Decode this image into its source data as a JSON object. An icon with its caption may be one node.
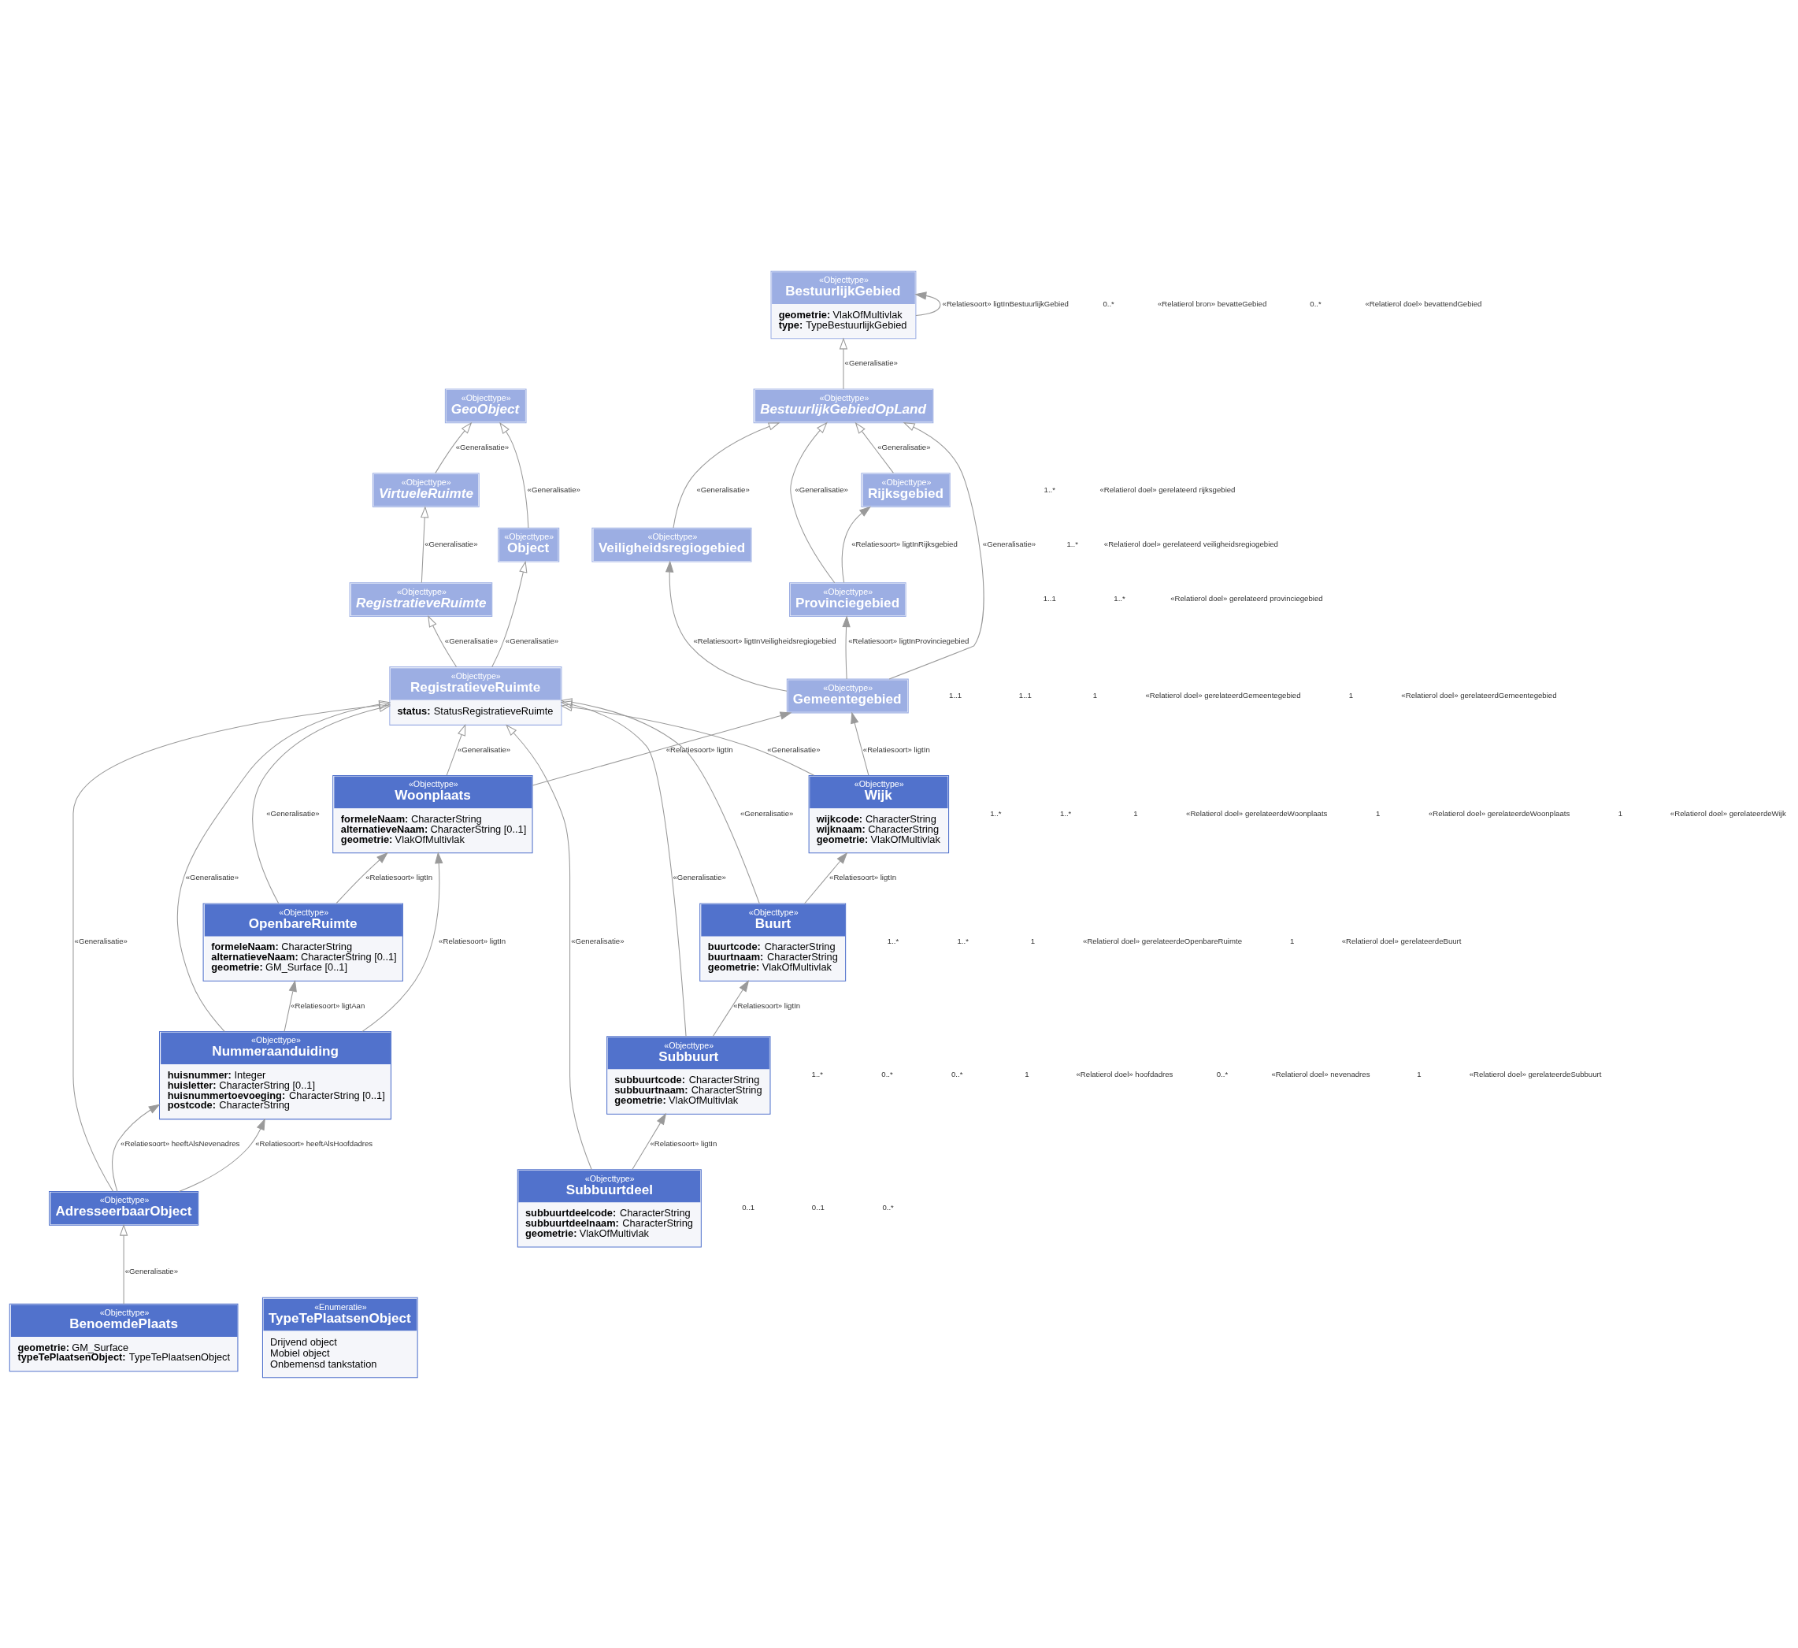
{
  "diagram": {
    "nodes": [
      {
        "text": [
          "«Objecttype»",
          "BestuurlijkGebied",
          "**geometrie:** VlakOfMultivlak",
          "**type:** TypeBestuurlijkGebied"
        ]
      },
      {
        "text": [
          "«Enumeratie»",
          "TypeTePlaatsenObject",
          "Drijvend object",
          "Mobiel object",
          "Onbemensd tankstation"
        ]
      },
      {
        "text": [
          "«Objecttype»",
          "BestuurlijkGebiedOpLand"
        ]
      },
      {
        "text": [
          "«Objecttype»",
          "GeoObject"
        ]
      },
      {
        "text": [
          "«Objecttype»",
          "Rijksgebied"
        ]
      },
      {
        "text": [
          "«Objecttype»",
          "VirtueleRuimte"
        ]
      },
      {
        "text": [
          "«Objecttype»",
          "Provinciegebied"
        ]
      },
      {
        "text": [
          "«Objecttype»",
          "Veiligheidsregiogebied"
        ]
      },
      {
        "text": [
          "«Objecttype»",
          "Object"
        ]
      },
      {
        "text": [
          "«Objecttype»",
          "RegistratieveRuimte"
        ]
      },
      {
        "text": [
          "«Objecttype»",
          "Gemeentegebied"
        ]
      },
      {
        "text": [
          "«Objecttype»",
          "RegistratieveRuimte",
          "**status:** StatusRegistratieveRuimte"
        ]
      },
      {
        "text": [
          "«Objecttype»",
          "Woonplaats",
          "**formeleNaam:** CharacterString",
          "**alternatieveNaam:** CharacterString [0..1]",
          "**geometrie:** VlakOfMultivlak"
        ]
      },
      {
        "text": [
          "«Objecttype»",
          "Wijk",
          "**wijkcode:** CharacterString",
          "**wijknaam:** CharacterString",
          "**geometrie:** VlakOfMultivlak"
        ]
      },
      {
        "text": [
          "«Objecttype»",
          "OpenbareRuimte",
          "**formeleNaam:** CharacterString",
          "**alternatieveNaam:** CharacterString [0..1]",
          "**geometrie:** GM_Surface [0..1]"
        ]
      },
      {
        "text": [
          "«Objecttype»",
          "Buurt",
          "**buurtcode:** CharacterString",
          "**buurtnaam:** CharacterString",
          "**geometrie:** VlakOfMultivlak"
        ]
      },
      {
        "text": [
          "«Objecttype»",
          "Nummeraanduiding",
          "**huisnummer:** Integer",
          "**huisletter:** CharacterString [0..1]",
          "**huisnummertoevoeging:** CharacterString [0..1]",
          "**postcode:** CharacterString"
        ]
      },
      {
        "text": [
          "«Objecttype»",
          "Subbuurt",
          "**subbuurtcode:** CharacterString",
          "**subbuurtnaam:** CharacterString",
          "**geometrie:** VlakOfMultivlak"
        ]
      },
      {
        "text": [
          "«Objecttype»",
          "AdresseerbaarObject"
        ]
      },
      {
        "text": [
          "«Objecttype»",
          "Subbuurtdeel",
          "**subbuurtdeelcode:** CharacterString",
          "**subbuurtdeelnaam:** CharacterString",
          "**geometrie:** VlakOfMultivlak"
        ]
      },
      {
        "text": [
          "«Objecttype»",
          "BenoemdePlaats",
          "**geometrie:** GM_Surface",
          "**typeTePlaatsenObject:** TypeTePlaatsenObject"
        ]
      }
    ],
    "edges": [
      {
        "from": 0,
        "to": 0,
        "arrow": "to",
        "label": "«Relatiesoort» ligtInBestuurlijkGebied"
      },
      {
        "from": 2,
        "to": 0,
        "arrow": "to",
        "label": "«Generalisatie»"
      },
      {
        "from": 4,
        "to": 2,
        "arrow": "to",
        "label": "«Generalisatie»"
      },
      {
        "from": 6,
        "to": 2,
        "arrow": "to",
        "label": "«Generalisatie»"
      },
      {
        "from": 7,
        "to": 2,
        "arrow": "to",
        "label": "«Generalisatie»"
      },
      {
        "from": 10,
        "to": 2,
        "arrow": "to",
        "label": "«Generalisatie»"
      },
      {
        "from": 6,
        "to": 4,
        "arrow": "to",
        "label": "«Relatiesoort» ligtInRijksgebied"
      },
      {
        "from": 8,
        "to": 3,
        "arrow": "to",
        "label": "«Generalisatie»"
      },
      {
        "from": 5,
        "to": 3,
        "arrow": "to",
        "label": "«Generalisatie»"
      },
      {
        "from": 9,
        "to": 5,
        "arrow": "to",
        "label": "«Generalisatie»"
      },
      {
        "from": 11,
        "to": 8,
        "arrow": "to",
        "label": "«Generalisatie»"
      },
      {
        "from": 11,
        "to": 9,
        "arrow": "to",
        "label": "«Generalisatie»"
      },
      {
        "from": 10,
        "to": 6,
        "arrow": "to",
        "label": "«Relatiesoort» ligtInProvinciegebied"
      },
      {
        "from": 10,
        "to": 7,
        "arrow": "to",
        "label": "«Relatiesoort» ligtInVeiligheidsregiogebied"
      },
      {
        "from": 12,
        "to": 10,
        "arrow": "to",
        "label": "«Relatiesoort» ligtIn"
      },
      {
        "from": 13,
        "to": 10,
        "arrow": "to",
        "label": "«Relatiesoort» ligtIn"
      },
      {
        "from": 12,
        "to": 11,
        "arrow": "to",
        "label": "«Generalisatie»"
      },
      {
        "from": 13,
        "to": 11,
        "arrow": "to",
        "label": "«Generalisatie»"
      },
      {
        "from": 14,
        "to": 11,
        "arrow": "to",
        "label": "«Generalisatie»"
      },
      {
        "from": 16,
        "to": 11,
        "arrow": "to",
        "label": "«Generalisatie»"
      },
      {
        "from": 18,
        "to": 11,
        "arrow": "to",
        "label": "«Generalisatie»"
      },
      {
        "from": 15,
        "to": 11,
        "arrow": "to",
        "label": "«Generalisatie»"
      },
      {
        "from": 17,
        "to": 11,
        "arrow": "to",
        "label": "«Generalisatie»"
      },
      {
        "from": 19,
        "to": 11,
        "arrow": "to",
        "label": "«Generalisatie»"
      },
      {
        "from": 14,
        "to": 12,
        "arrow": "to",
        "label": "«Relatiesoort» ligtIn"
      },
      {
        "from": 16,
        "to": 12,
        "arrow": "to",
        "label": "«Relatiesoort» ligtIn"
      },
      {
        "from": 15,
        "to": 13,
        "arrow": "to",
        "label": "«Relatiesoort» ligtIn"
      },
      {
        "from": 16,
        "to": 14,
        "arrow": "to",
        "label": "«Relatiesoort» ligtAan"
      },
      {
        "from": 17,
        "to": 15,
        "arrow": "to",
        "label": "«Relatiesoort» ligtIn"
      },
      {
        "from": 18,
        "to": 16,
        "arrow": "to",
        "label": "«Relatiesoort» heeftAlsHoofdadres"
      },
      {
        "from": 18,
        "to": 16,
        "arrow": "to",
        "label": "«Relatiesoort» heeftAlsNevenadres"
      },
      {
        "from": 19,
        "to": 17,
        "arrow": "to",
        "label": "«Relatiesoort» ligtIn"
      },
      {
        "from": 20,
        "to": 18,
        "arrow": "to",
        "label": "«Generalisatie»"
      }
    ],
    "labels": [
      "0..*",
      "«Relatierol bron» bevatteGebied",
      "0..*",
      "«Relatierol doel» bevattendGebied",
      "1..*",
      "«Relatierol doel» gerelateerd rijksgebied",
      "1..1",
      "1..*",
      "«Relatierol doel» gerelateerd provinciegebied",
      "1..*",
      "«Relatierol doel» gerelateerd veiligheidsregiogebied",
      "1..1",
      "1..1",
      "1",
      "«Relatierol doel» gerelateerdGemeentegebied",
      "1",
      "«Relatierol doel» gerelateerdGemeentegebied",
      "1..*",
      "1..*",
      "1",
      "«Relatierol doel» gerelateerdeWoonplaats",
      "1",
      "«Relatierol doel» gerelateerdeWoonplaats",
      "1",
      "«Relatierol doel» gerelateerdeWijk",
      "1..*",
      "1..*",
      "1",
      "«Relatierol doel» gerelateerdeOpenbareRuimte",
      "1",
      "«Relatierol doel» gerelateerdeBuurt",
      "1..*",
      "0..*",
      "0..*",
      "1",
      "«Relatierol doel» hoofdadres",
      "0..*",
      "«Relatierol doel» nevenadres",
      "1",
      "«Relatierol doel» gerelateerdeSubbuurt",
      "0..1",
      "0..1",
      "0..*"
    ]
  }
}
